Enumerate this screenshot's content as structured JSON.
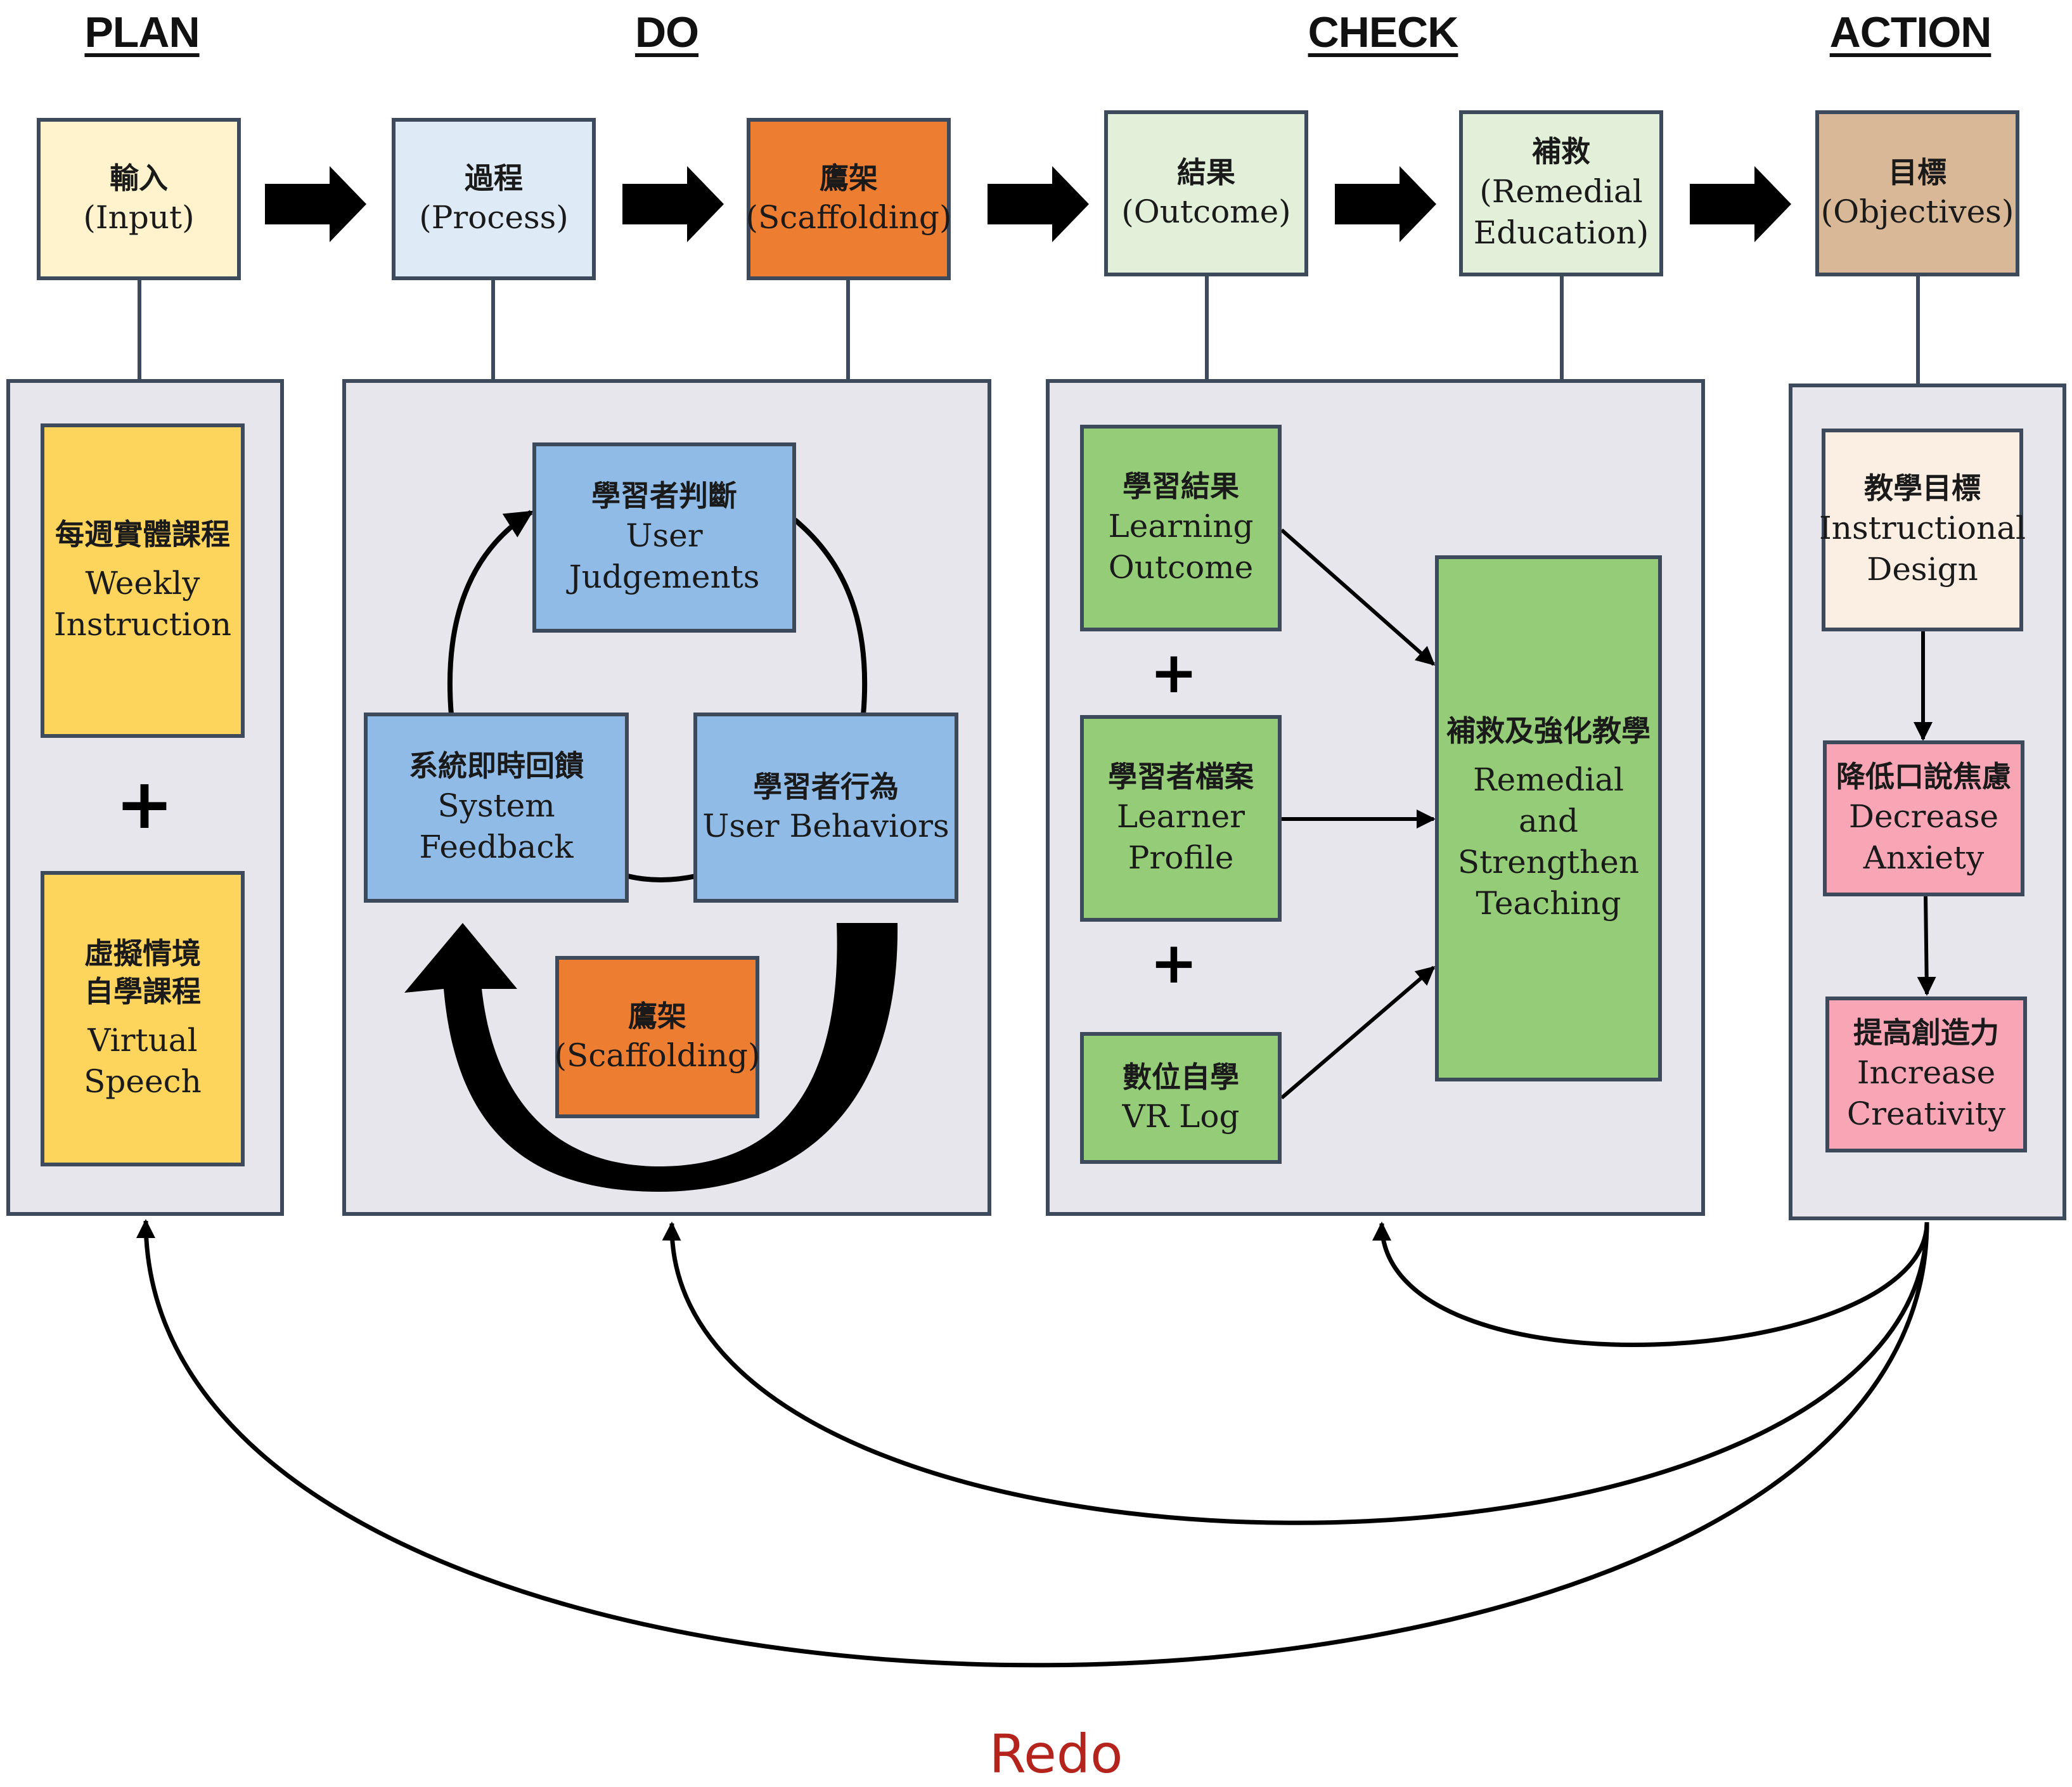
{
  "phases": {
    "plan": "PLAN",
    "do": "DO",
    "check": "CHECK",
    "action": "ACTION"
  },
  "top": {
    "input": {
      "zh": "輸入",
      "en": "(Input)"
    },
    "process": {
      "zh": "過程",
      "en": "(Process)"
    },
    "scaffolding": {
      "zh": "鷹架",
      "en": "(Scaffolding)"
    },
    "outcome": {
      "zh": "結果",
      "en": "(Outcome)"
    },
    "remedial": {
      "zh": "補救",
      "en": "(Remedial\nEducation)"
    },
    "objectives": {
      "zh": "目標",
      "en": "(Objectives)"
    }
  },
  "plan": {
    "weekly": {
      "zh": "每週實體課程",
      "en": "Weekly\nInstruction"
    },
    "plus": "+",
    "virtual": {
      "zh": "虛擬情境\n自學課程",
      "en": "Virtual\nSpeech"
    }
  },
  "do": {
    "judgements": {
      "zh": "學習者判斷",
      "en": "User Judgements"
    },
    "feedback": {
      "zh": "系統即時回饋",
      "en": "System Feedback"
    },
    "behaviors": {
      "zh": "學習者行為",
      "en": "User Behaviors"
    },
    "scaffolding": {
      "zh": "鷹架",
      "en": "(Scaffolding)"
    }
  },
  "check": {
    "outcome": {
      "zh": "學習結果",
      "en": "Learning\nOutcome"
    },
    "plus1": "+",
    "profile": {
      "zh": "學習者檔案",
      "en": "Learner\nProfile"
    },
    "plus2": "+",
    "vrlog": {
      "zh": "數位自學",
      "en": "VR Log"
    },
    "remedial": {
      "zh": "補救及強化教學",
      "en": "Remedial and\nStrengthen\nTeaching"
    }
  },
  "action": {
    "design": {
      "zh": "教學目標",
      "en": "Instructional\nDesign"
    },
    "anxiety": {
      "zh": "降低口說焦慮",
      "en": "Decrease\nAnxiety"
    },
    "creativity": {
      "zh": "提高創造力",
      "en": "Increase\nCreativity"
    }
  },
  "redo": "Redo",
  "colors": {
    "input": "#fef3cd",
    "process": "#deebf7",
    "scaffolding": "#ed7d31",
    "outcome": "#e2f0d9",
    "objectives": "#d8b896",
    "yellow": "#fdd45c",
    "blue": "#8fbbe6",
    "green": "#95cc78",
    "cream": "#fbeee2",
    "pink": "#f8a6b6",
    "panel": "#e6e6ec",
    "redo": "#b5241c"
  }
}
